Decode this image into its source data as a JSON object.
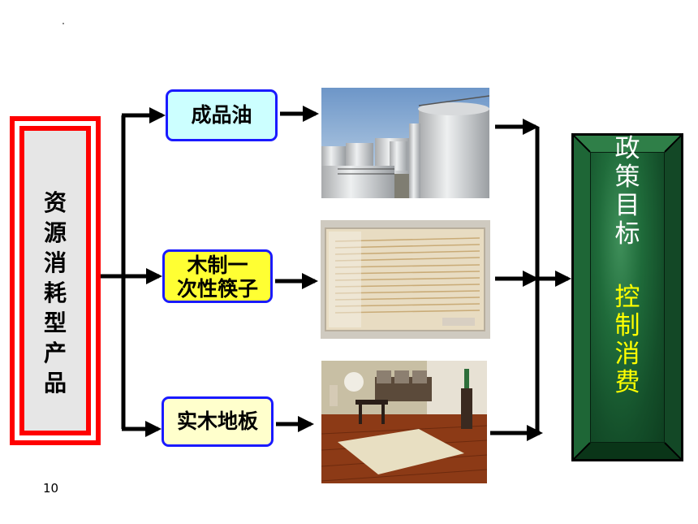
{
  "source": {
    "label_chars": [
      "资",
      "源",
      "消",
      "耗",
      "型",
      "产",
      "品"
    ]
  },
  "products": {
    "oil": "成品油",
    "chopsticks_line1": "木制一",
    "chopsticks_line2": "次性筷子",
    "floor": "实木地板"
  },
  "policy": {
    "goal_chars": [
      "政",
      "策",
      "目",
      "标"
    ],
    "control_chars": [
      "控",
      "制",
      "消",
      "费"
    ]
  },
  "page_number": "10",
  "colors": {
    "source_border": "#ff0000",
    "product_border": "#1a1aff",
    "oil_fill": "#ccffff",
    "chopsticks_fill": "#ffff33",
    "floor_fill": "#ffffcc",
    "policy_bg": "#1f6b3a",
    "policy_goal_text": "#ffffff",
    "policy_control_text": "#ffff00"
  }
}
